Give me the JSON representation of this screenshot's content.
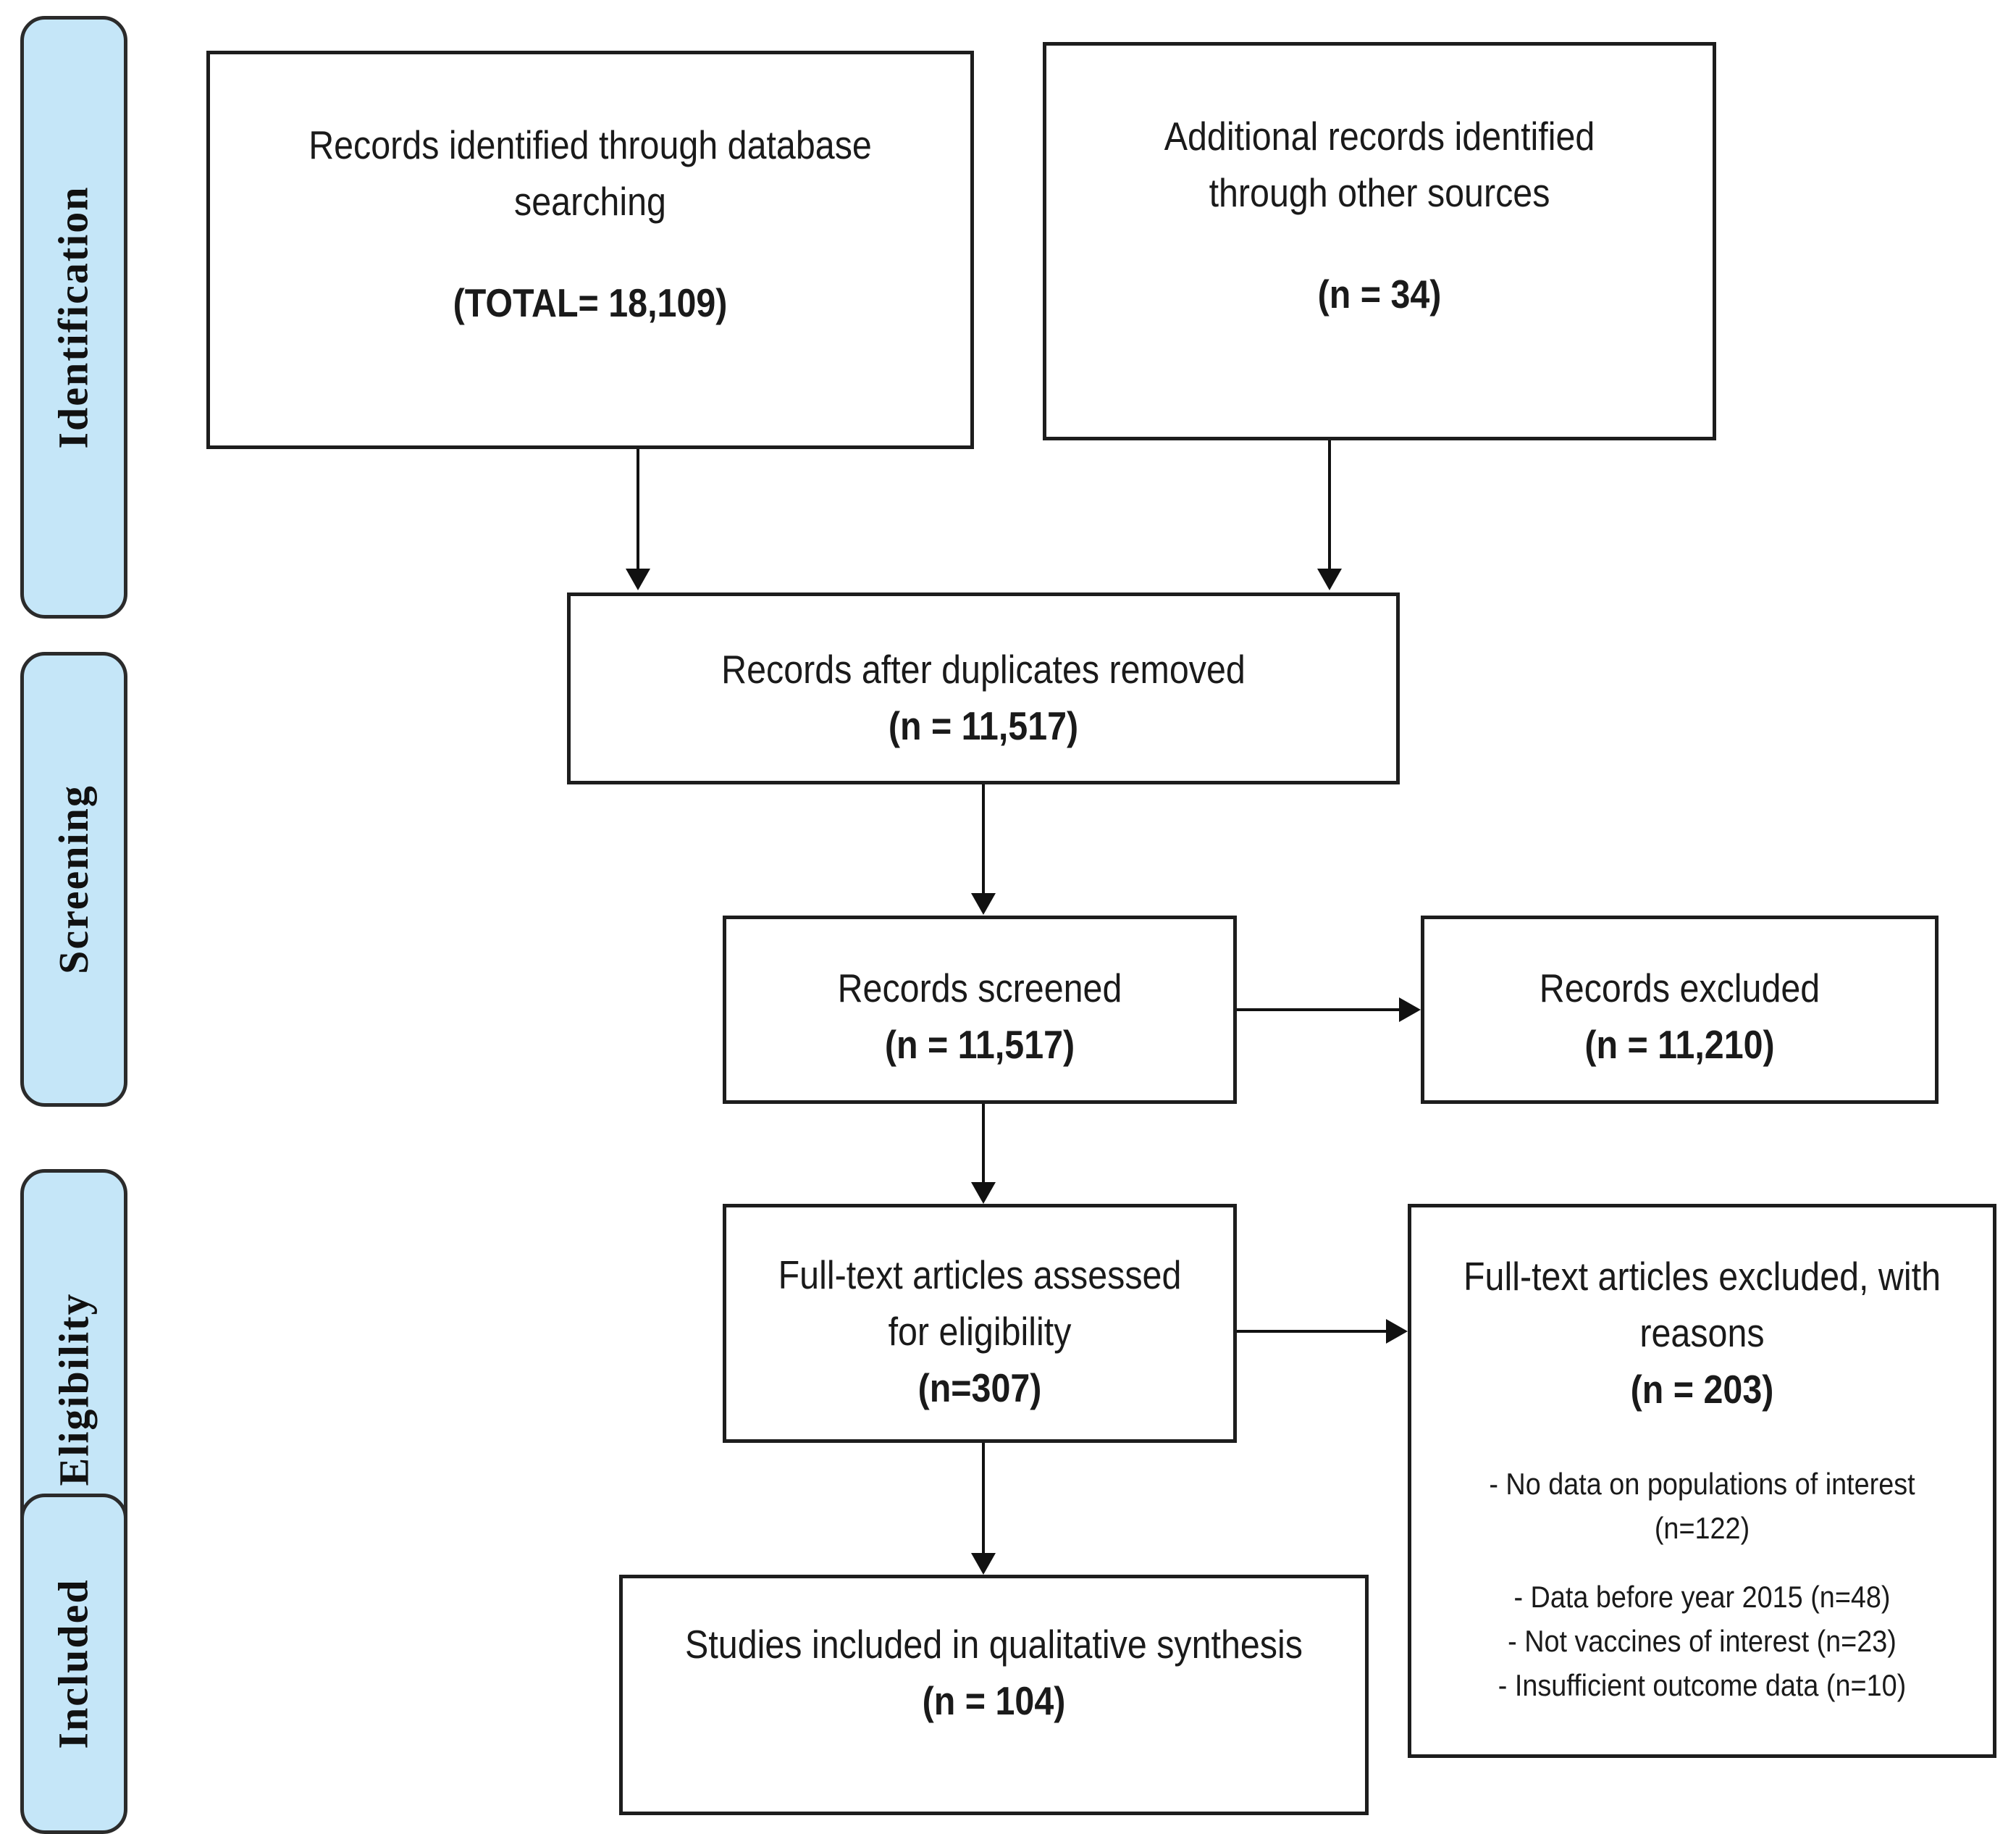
{
  "diagram": {
    "type": "PRISMA flow diagram",
    "phases": [
      {
        "id": "identification",
        "label": "Identification"
      },
      {
        "id": "screening",
        "label": "Screening"
      },
      {
        "id": "eligibility",
        "label": "Eligibility"
      },
      {
        "id": "included",
        "label": "Included"
      }
    ],
    "boxes": {
      "database_records": {
        "line1": "Records identified through database",
        "line2": "searching",
        "count": "(TOTAL= 18,109)"
      },
      "other_records": {
        "line1": "Additional records identified",
        "line2": "through other sources",
        "count": "(n = 34)"
      },
      "duplicates_removed": {
        "line1": "Records after duplicates removed",
        "count": "(n = 11,517)"
      },
      "records_screened": {
        "line1": "Records screened",
        "count": "(n = 11,517)"
      },
      "records_excluded": {
        "line1": "Records excluded",
        "count": "(n = 11,210)"
      },
      "fulltext_assessed": {
        "line1": "Full-text articles assessed",
        "line2": "for eligibility",
        "count": "(n=307)"
      },
      "fulltext_excluded": {
        "line1": "Full-text articles excluded, with",
        "line2": "reasons",
        "count": "(n = 203)",
        "reasons": [
          "- No data on populations of interest",
          "(n=122)",
          "- Data before year 2015 (n=48)",
          "- Not vaccines of interest (n=23)",
          "- Insufficient outcome data (n=10)"
        ]
      },
      "studies_included": {
        "line1": "Studies included in qualitative synthesis",
        "count": "(n = 104)"
      }
    },
    "colors": {
      "phase_tab_fill": "#c5e6f8",
      "phase_tab_border": "#2b2b2b",
      "box_border": "#1d1d1d",
      "connector": "#111111",
      "text": "#1a1a1a",
      "background": "#ffffff"
    }
  }
}
